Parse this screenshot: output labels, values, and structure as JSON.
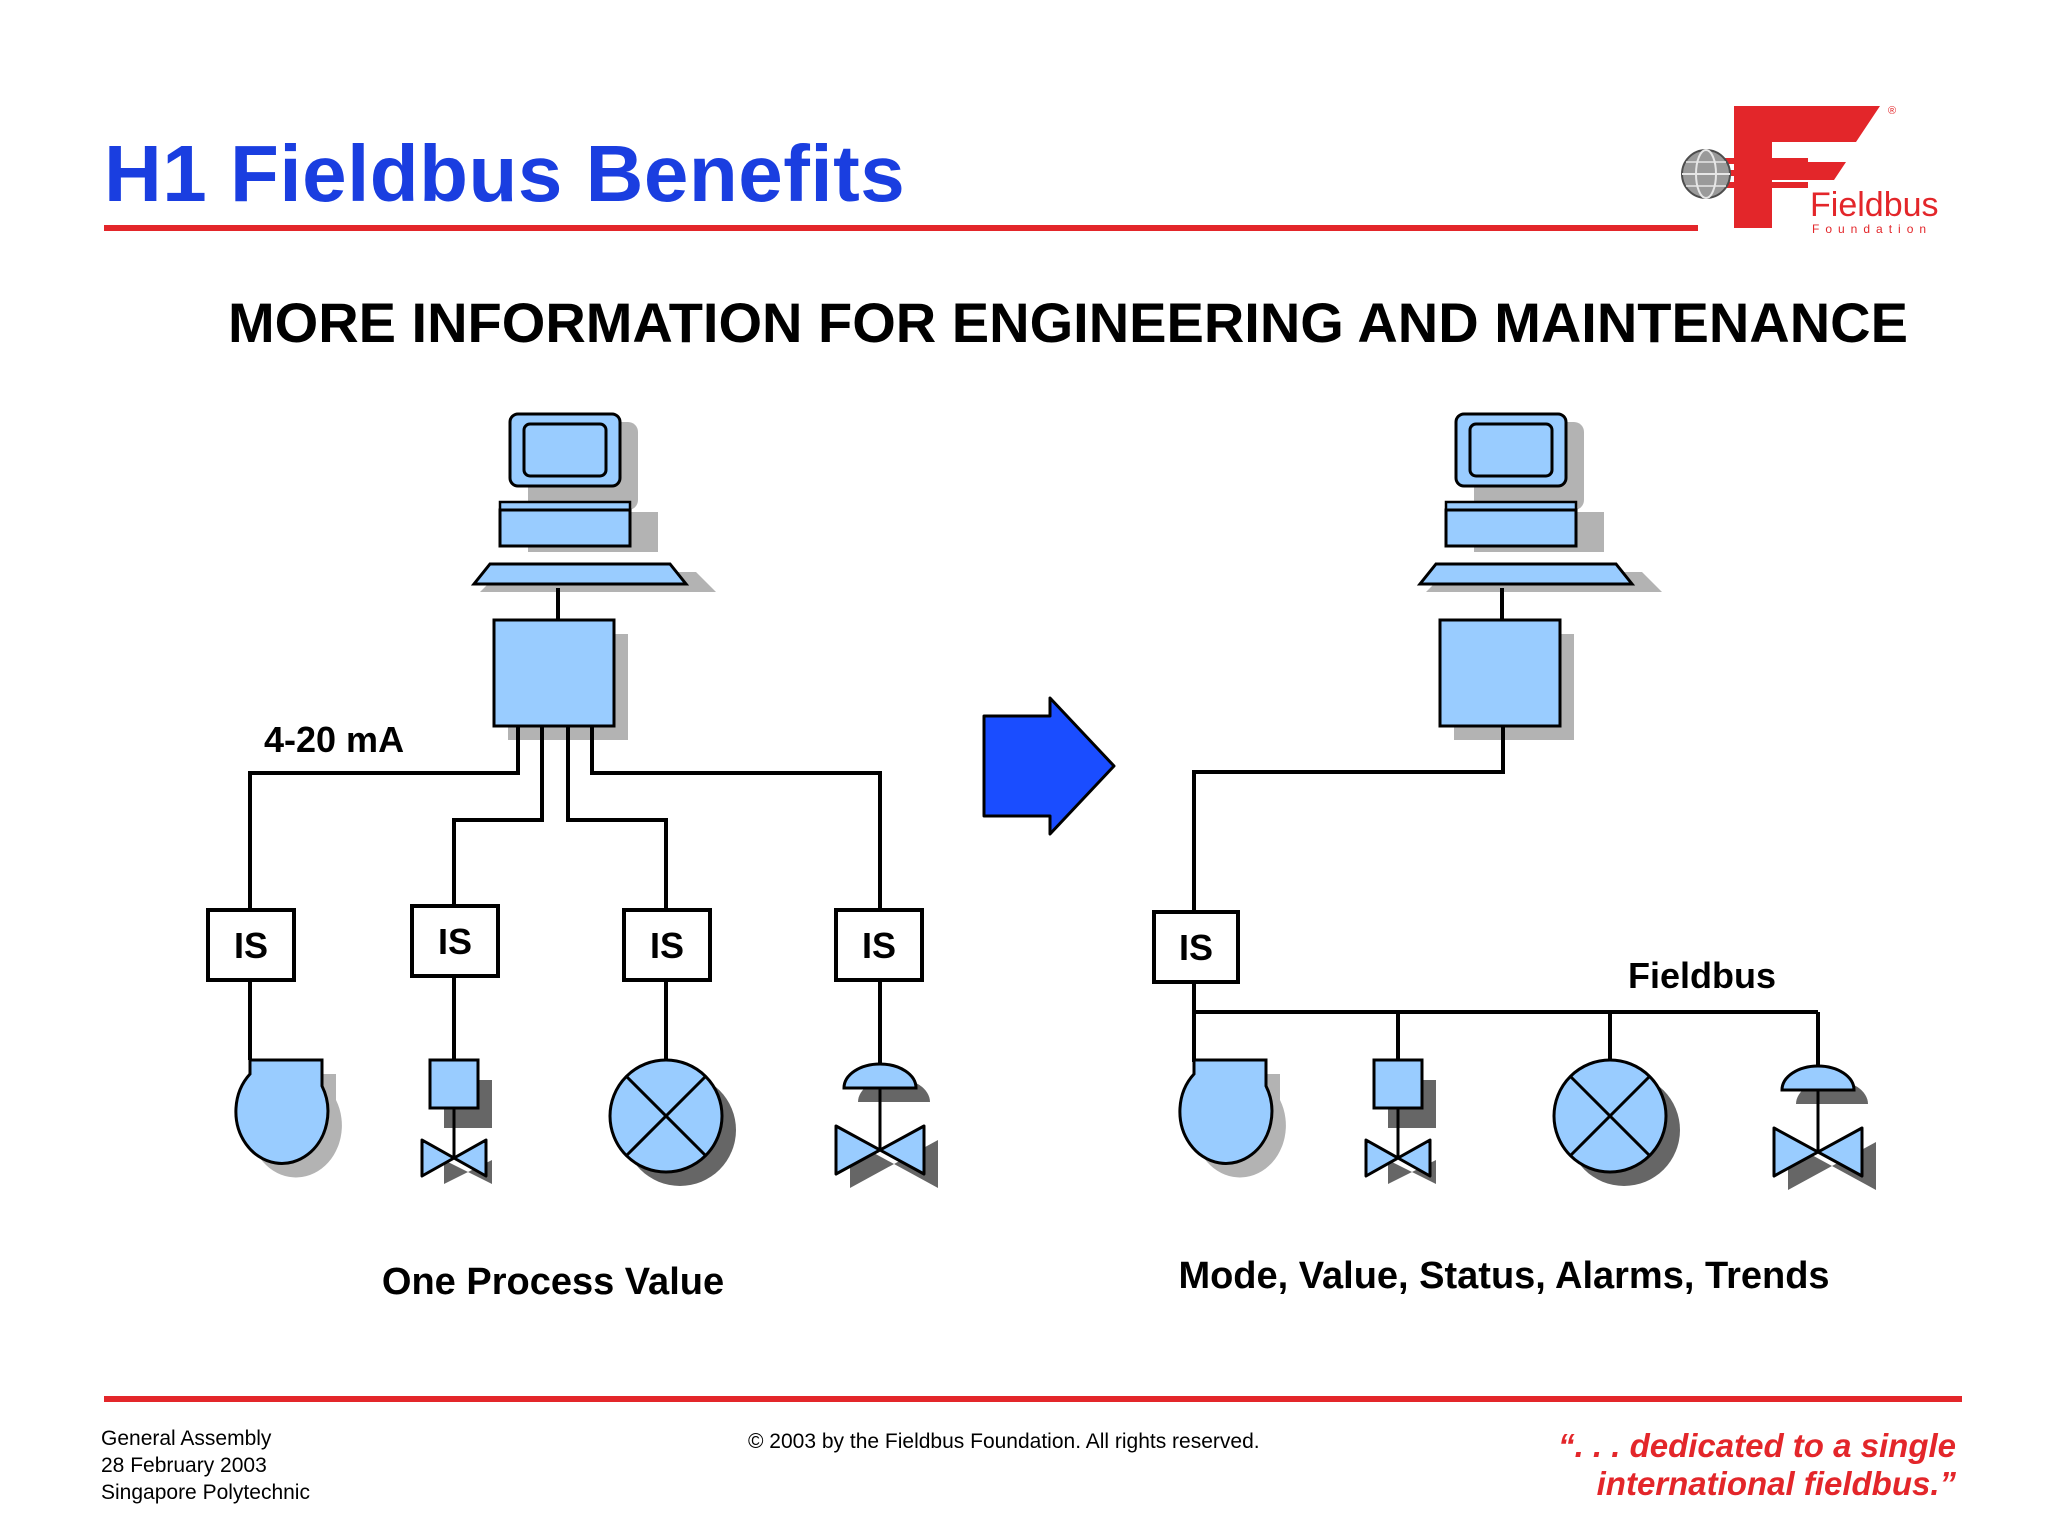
{
  "title": "H1 Fieldbus Benefits",
  "subtitle": "MORE INFORMATION FOR ENGINEERING AND MAINTENANCE",
  "logo": {
    "name": "Fieldbus",
    "tagline": "Foundation",
    "registered": "®"
  },
  "left_diagram": {
    "signal_label": "4-20 mA",
    "barriers": [
      "IS",
      "IS",
      "IS",
      "IS"
    ],
    "caption": "One Process Value"
  },
  "right_diagram": {
    "barrier": "IS",
    "bus_label": "Fieldbus",
    "caption": "Mode, Value, Status, Alarms, Trends"
  },
  "footer": {
    "event": "General Assembly",
    "date": "28 February 2003",
    "venue": "Singapore Polytechnic",
    "copyright": "© 2003 by the Fieldbus Foundation.  All rights reserved.",
    "tagline_line1": "“. . . dedicated to a single",
    "tagline_line2": "international fieldbus.”"
  },
  "colors": {
    "title": "#1a3ee0",
    "accent_red": "#e3262a",
    "device_fill": "#99ccff",
    "shadow": "#b3b3b3",
    "arrow": "#1a4dff"
  }
}
